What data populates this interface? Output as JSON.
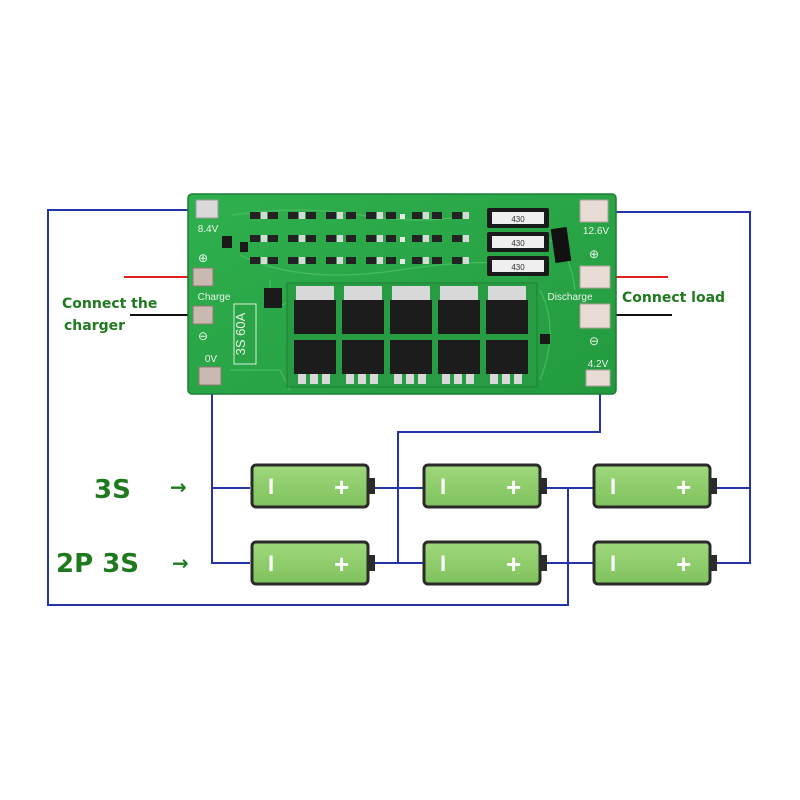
{
  "board": {
    "model": "3S 60A",
    "pad_8v4": "8.4V",
    "pad_12v6": "12.6V",
    "pad_4v2": "4.2V",
    "pad_0v": "0V",
    "charge_label": "Charge",
    "discharge_label": "Discharge",
    "plus_sign": "⊕",
    "minus_sign": "⊖",
    "resistor_code": "430"
  },
  "labels": {
    "connect_charger_line1": "Connect the",
    "connect_charger_line2": "charger",
    "connect_load": "Connect load",
    "row_3s": "3S",
    "row_2p3s": "2P 3S",
    "arrow": "→"
  },
  "battery": {
    "minus": "I",
    "plus": "+"
  },
  "colors": {
    "wire": "#2433a8",
    "pcb": "#2ea84a",
    "battery": "#8fcf6a",
    "label_green": "#1f7a1f",
    "charger_red": "#e02020"
  }
}
